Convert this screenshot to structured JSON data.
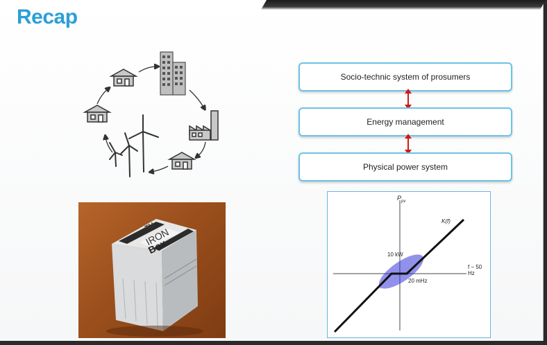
{
  "slide": {
    "title": "Recap"
  },
  "stack": {
    "top": "Socio-technic system of prosumers",
    "middle": "Energy management",
    "bottom": "Physical power system"
  },
  "photo": {
    "logo_text": "TU",
    "device_text_1": "IRON",
    "device_text_2": "Box"
  },
  "plot": {
    "y_axis_label": "P",
    "y_axis_subscript": "pv",
    "x_axis_label": "f − 50 Hz",
    "curve_label": "K(f)",
    "y_marker_label": "10 kW",
    "x_marker_label": "20 mHz"
  },
  "colors": {
    "title": "#2aa0d6",
    "box_border": "#6bc2e6",
    "arrow": "#d01818",
    "scatter": "#3a3adc"
  }
}
